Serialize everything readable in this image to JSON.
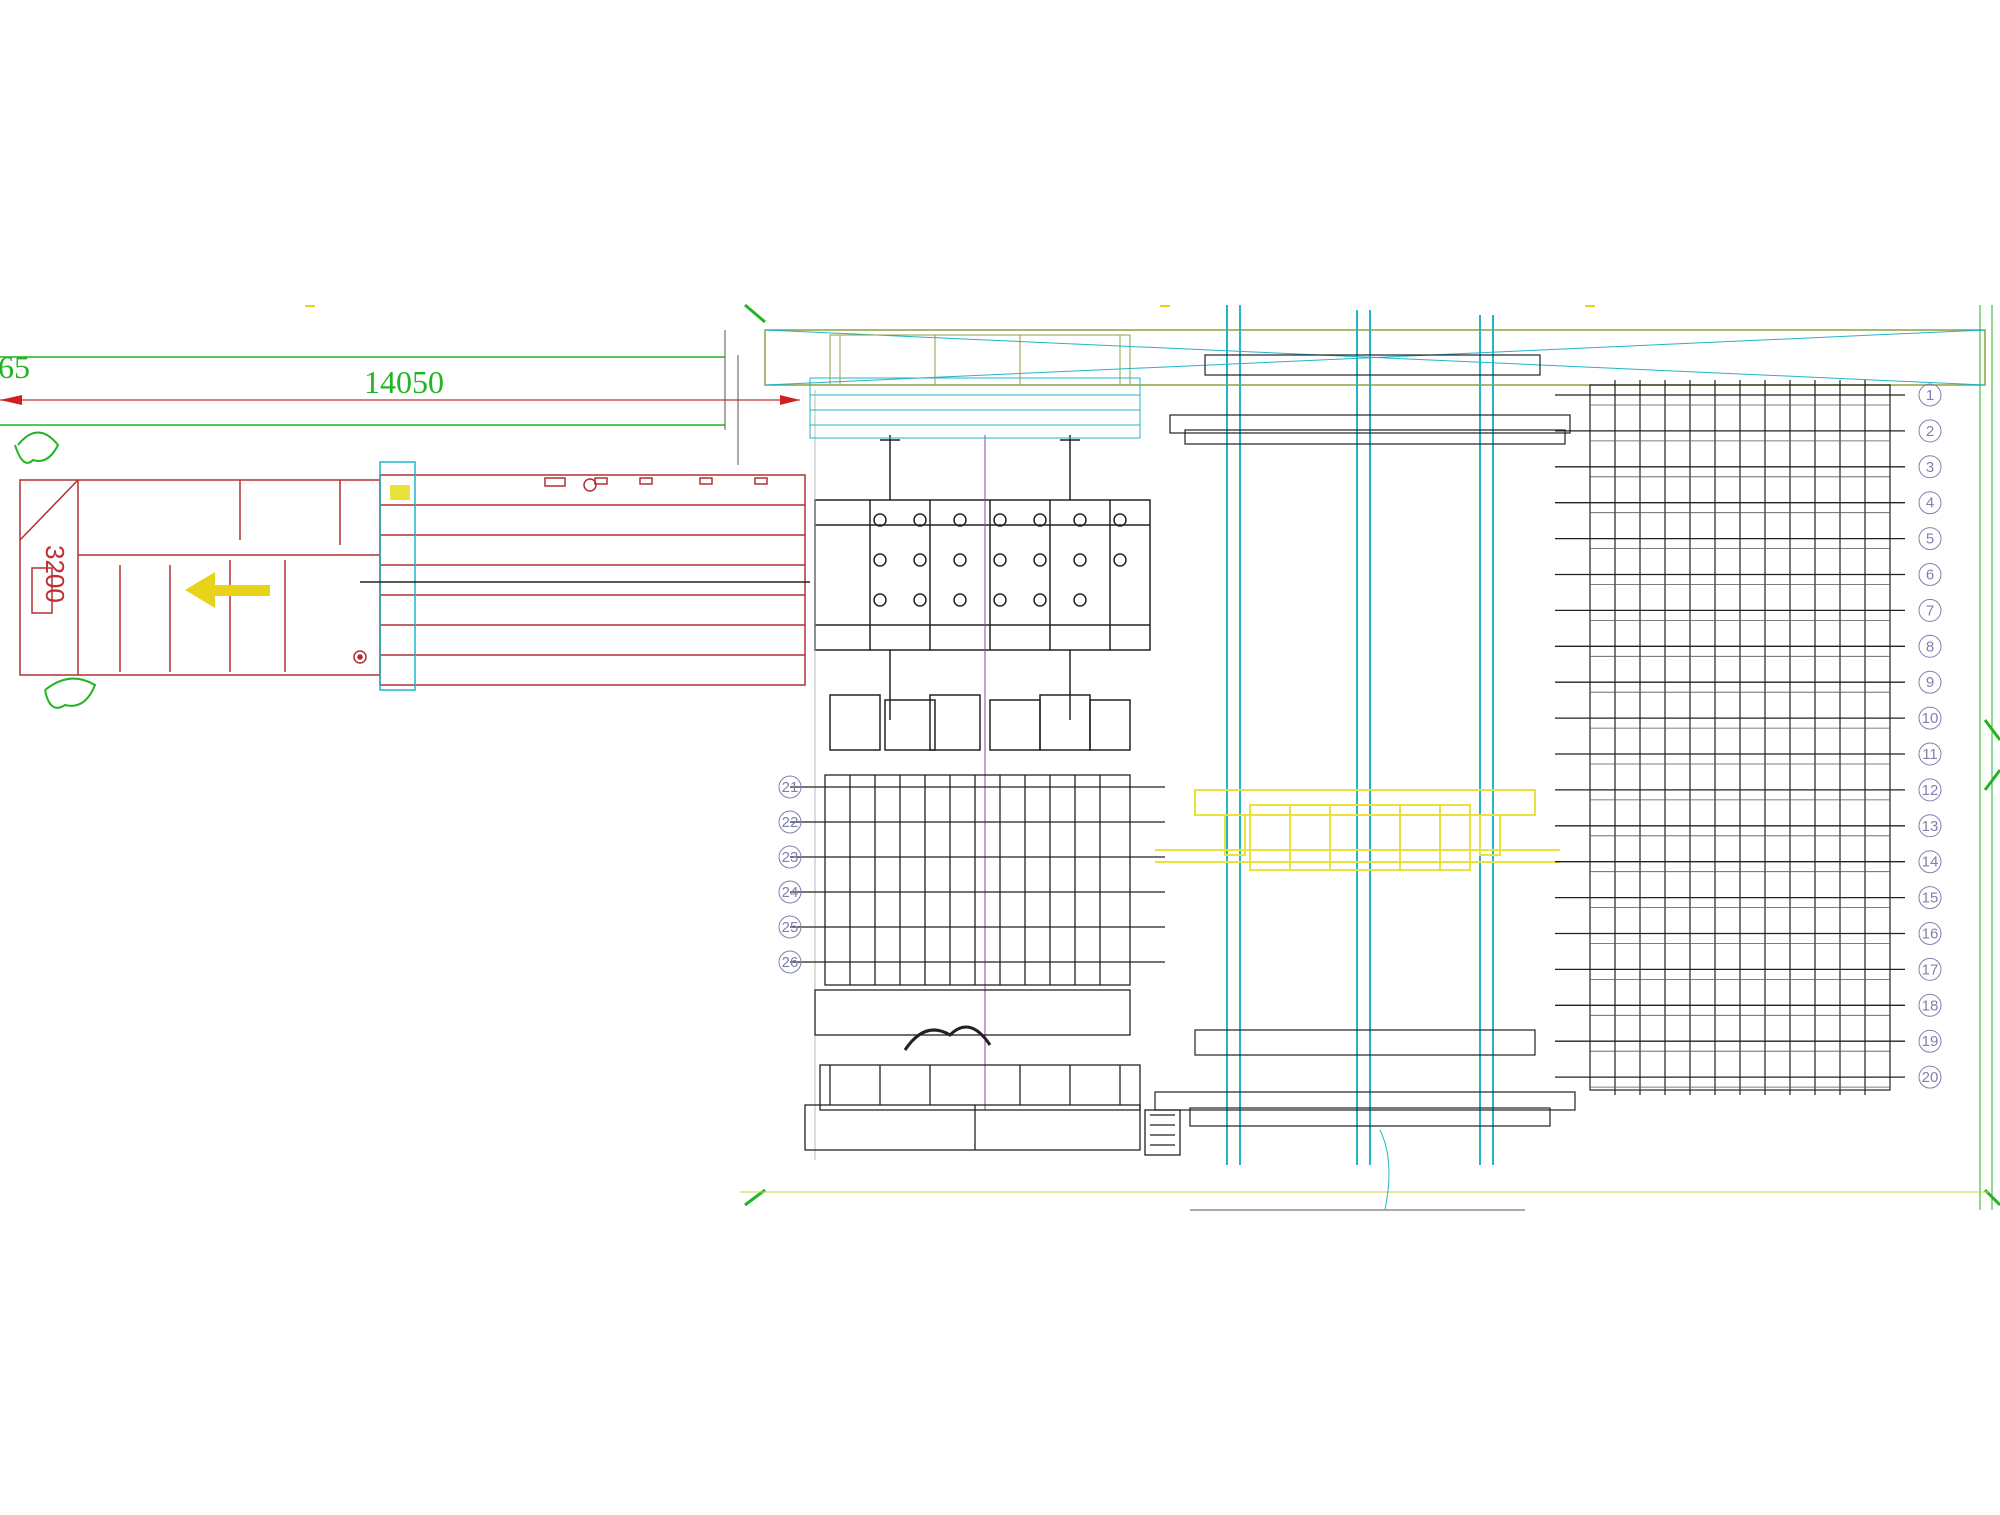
{
  "dimensions": {
    "overall_length": "14050",
    "partial_left": "65",
    "entry_width": "3200"
  },
  "rack_right": {
    "labels": [
      "1",
      "2",
      "3",
      "4",
      "5",
      "6",
      "7",
      "8",
      "9",
      "10",
      "11",
      "12",
      "13",
      "14",
      "15",
      "16",
      "17",
      "18",
      "19",
      "20"
    ]
  },
  "rack_left": {
    "labels": [
      "21",
      "22",
      "23",
      "24",
      "25",
      "26"
    ]
  },
  "colors": {
    "dimension": "#22b422",
    "outline": "#222222",
    "cyan_frame": "#22b4c8",
    "entry_table": "#b03030",
    "arrow": "#e8d21a",
    "shuttle": "#e8e23a",
    "label_circle": "#8080b0"
  },
  "icons": {
    "direction_arrow": "left-arrow-icon",
    "ramp_symbol": "ramp-icon"
  }
}
